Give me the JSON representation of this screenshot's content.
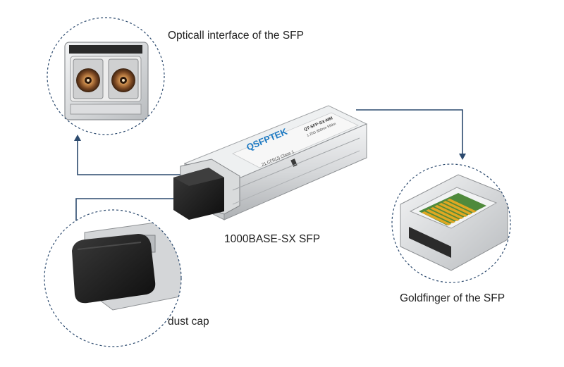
{
  "labels": {
    "optical_interface": "Opticall interface of the SFP",
    "module_model": "1000BASE-SX SFP",
    "goldfinger": "Goldfinger of the SFP",
    "dust_cap": "dust cap"
  },
  "module_markings": {
    "brand": "QSFPTEK",
    "part_number": "QT-SFP-SX-MM",
    "spec_line": "1.25G 850nm 550m",
    "class_line": "21 CFR(J) Class 1"
  },
  "colors": {
    "connector_line": "#2c4a6e",
    "circle_dash": "#2c4a6e",
    "module_body": "#d8dadc",
    "brand_blue": "#1a78c2",
    "gold": "#e0a722",
    "pcb_green": "#4f8a3c",
    "dust_cap": "#1c1c1c"
  },
  "icons": [
    "arrow-up-icon",
    "arrow-down-icon"
  ]
}
